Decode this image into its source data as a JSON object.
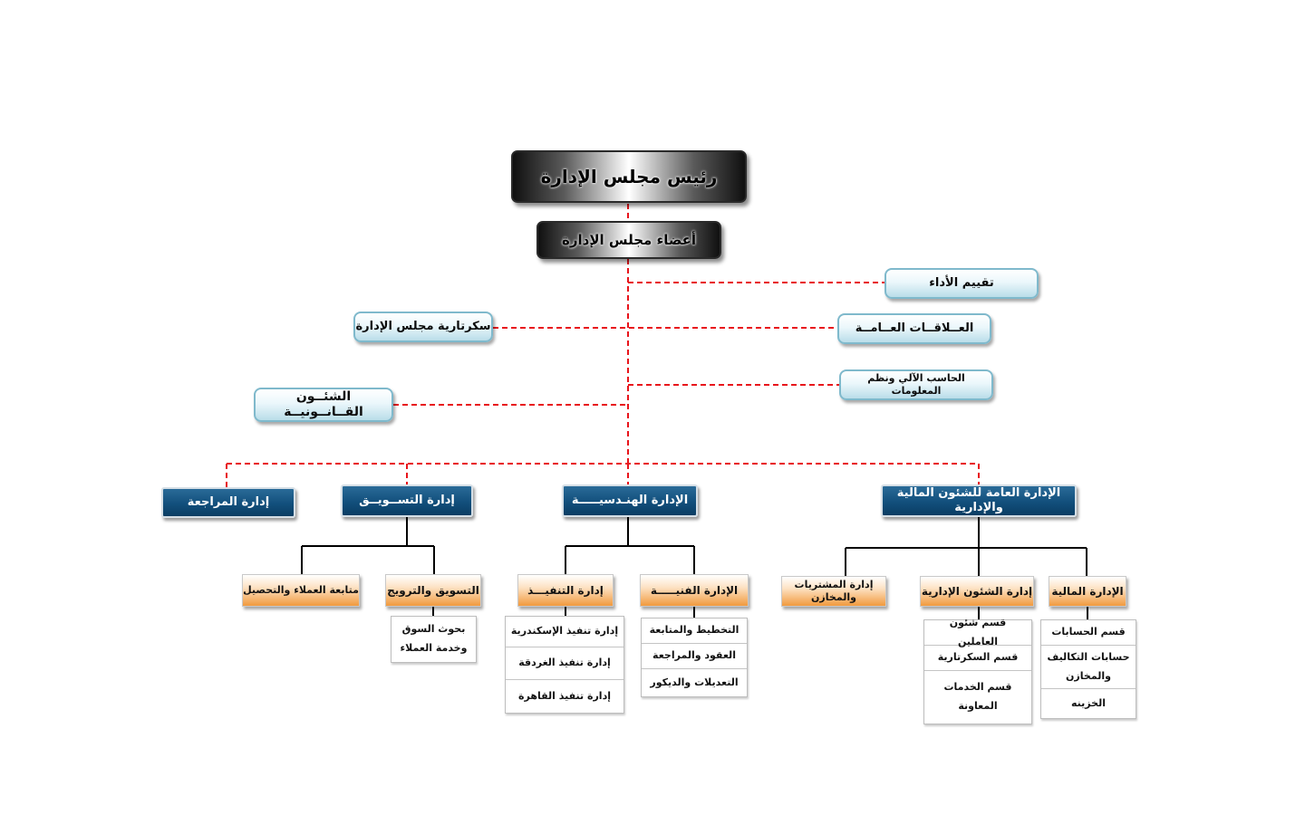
{
  "chart_data": {
    "type": "org_chart",
    "nodes": [
      {
        "id": "chairman",
        "label": "رئيس مجلس الإدارة"
      },
      {
        "id": "board_members",
        "label": "أعضاء مجلس الإدارة",
        "parent": "chairman"
      },
      {
        "id": "performance",
        "label": "تقييم الأداء",
        "parent": "board_members",
        "link": "staff"
      },
      {
        "id": "public_relations",
        "label": "العــلاقــات العــامــة",
        "parent": "board_members",
        "link": "staff"
      },
      {
        "id": "board_secretariat",
        "label": "سكرتارية مجلس الإدارة",
        "parent": "board_members",
        "link": "staff"
      },
      {
        "id": "it",
        "label": "الحاسب الآلي ونظم المعلومات",
        "parent": "board_members",
        "link": "staff"
      },
      {
        "id": "legal",
        "label": "الشئــون القــانــونيــة",
        "parent": "board_members",
        "link": "staff"
      },
      {
        "id": "finance_admin",
        "label": "الإدارة العامة للشئون المالية والإدارية",
        "parent": "board_members",
        "link": "staff"
      },
      {
        "id": "engineering",
        "label": "الإدارة الهنـدسيـــــة",
        "parent": "board_members",
        "link": "staff"
      },
      {
        "id": "marketing",
        "label": "إدارة التســويــق",
        "parent": "board_members",
        "link": "staff"
      },
      {
        "id": "audit",
        "label": "إدارة المراجعة",
        "parent": "board_members",
        "link": "staff"
      },
      {
        "id": "financial",
        "label": "الإدارة المالية",
        "parent": "finance_admin"
      },
      {
        "id": "admin_affairs",
        "label": "إدارة الشئون الإدارية",
        "parent": "finance_admin"
      },
      {
        "id": "procurement",
        "label": "إدارة المشتريات والمخازن",
        "parent": "finance_admin"
      },
      {
        "id": "technical",
        "label": "الإدارة الفنيـــــة",
        "parent": "engineering"
      },
      {
        "id": "execution",
        "label": "إدارة التنفيـــذ",
        "parent": "engineering"
      },
      {
        "id": "promotion",
        "label": "التسويق والترويج",
        "parent": "marketing"
      },
      {
        "id": "customer_followup",
        "label": "متابعة العملاء والتحصيل",
        "parent": "marketing"
      }
    ],
    "units": {
      "financial": [
        "قسم الحسابات",
        "حسابات التكاليف والمخازن",
        "الخزينه"
      ],
      "admin_affairs": [
        "قسم شئون العاملين",
        "قسم السكرتارية",
        "قسم الخدمات المعاونة"
      ],
      "technical": [
        "التخطيط والمتابعة",
        "العقود والمراجعة",
        "التعديلات والديكور"
      ],
      "execution": [
        "إدارة تنفيذ الإسكندرية",
        "إدارة تنفيذ الغردقة",
        "إدارة تنفيذ القاهرة"
      ],
      "promotion": [
        "بحوث السوق وخدمة العملاء"
      ]
    }
  }
}
